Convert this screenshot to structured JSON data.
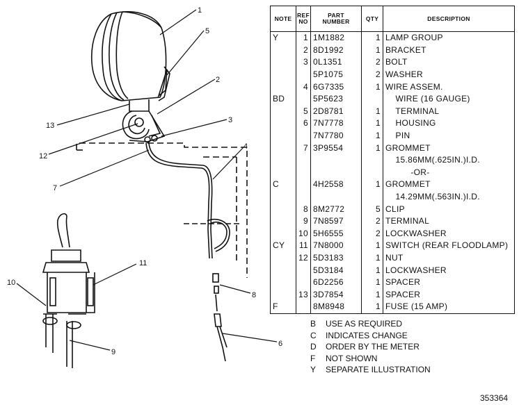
{
  "table": {
    "headers": {
      "note": "NOTE",
      "ref": "REF\nNO",
      "part": "PART\nNUMBER",
      "qty": "QTY",
      "desc": "DESCRIPTION"
    },
    "rows": [
      {
        "note": "Y",
        "ref": "1",
        "part": "1M1882",
        "qty": "1",
        "desc": "LAMP GROUP"
      },
      {
        "note": "",
        "ref": "2",
        "part": "8D1992",
        "qty": "1",
        "desc": "BRACKET"
      },
      {
        "note": "",
        "ref": "3",
        "part": "0L1351",
        "qty": "2",
        "desc": "BOLT"
      },
      {
        "note": "",
        "ref": "",
        "part": "5P1075",
        "qty": "2",
        "desc": "WASHER"
      },
      {
        "note": "",
        "ref": "4",
        "part": "6G7335",
        "qty": "1",
        "desc": "WIRE ASSEM."
      },
      {
        "note": "BD",
        "ref": "",
        "part": "5P5623",
        "qty": "",
        "desc": "    WIRE (16 GAUGE)"
      },
      {
        "note": "",
        "ref": "5",
        "part": "2D8781",
        "qty": "1",
        "desc": "    TERMINAL"
      },
      {
        "note": "",
        "ref": "6",
        "part": "7N7778",
        "qty": "1",
        "desc": "    HOUSING"
      },
      {
        "note": "",
        "ref": "",
        "part": "7N7780",
        "qty": "1",
        "desc": "    PIN"
      },
      {
        "note": "",
        "ref": "7",
        "part": "3P9554",
        "qty": "1",
        "desc": "GROMMET"
      },
      {
        "note": "",
        "ref": "",
        "part": "",
        "qty": "",
        "desc": "    15.86MM(.625IN.)I.D."
      },
      {
        "note": "",
        "ref": "",
        "part": "",
        "qty": "",
        "desc": "          -OR-"
      },
      {
        "note": "C",
        "ref": "",
        "part": "4H2558",
        "qty": "1",
        "desc": "GROMMET"
      },
      {
        "note": "",
        "ref": "",
        "part": "",
        "qty": "",
        "desc": "    14.29MM(.563IN.)I.D."
      },
      {
        "note": "",
        "ref": "8",
        "part": "8M2772",
        "qty": "5",
        "desc": "CLIP"
      },
      {
        "note": "",
        "ref": "9",
        "part": "7N8597",
        "qty": "2",
        "desc": "TERMINAL"
      },
      {
        "note": "",
        "ref": "10",
        "part": "5H6555",
        "qty": "2",
        "desc": "LOCKWASHER"
      },
      {
        "note": "CY",
        "ref": "11",
        "part": "7N8000",
        "qty": "1",
        "desc": "SWITCH (REAR FLOODLAMP)"
      },
      {
        "note": "",
        "ref": "12",
        "part": "5D3183",
        "qty": "1",
        "desc": "NUT"
      },
      {
        "note": "",
        "ref": "",
        "part": "5D3184",
        "qty": "1",
        "desc": "LOCKWASHER"
      },
      {
        "note": "",
        "ref": "",
        "part": "6D2256",
        "qty": "1",
        "desc": "SPACER"
      },
      {
        "note": "",
        "ref": "13",
        "part": "3D7854",
        "qty": "1",
        "desc": "SPACER"
      },
      {
        "note": "F",
        "ref": "",
        "part": "8M8948",
        "qty": "1",
        "desc": "FUSE (15 AMP)"
      }
    ]
  },
  "legend": [
    {
      "code": "B",
      "text": "USE AS REQUIRED"
    },
    {
      "code": "C",
      "text": "INDICATES CHANGE"
    },
    {
      "code": "D",
      "text": "ORDER BY THE METER"
    },
    {
      "code": "F",
      "text": "NOT SHOWN"
    },
    {
      "code": "Y",
      "text": "SEPARATE ILLUSTRATION"
    }
  ],
  "callouts": {
    "c1": "1",
    "c2": "2",
    "c3": "3",
    "c4": "4",
    "c5": "5",
    "c6": "6",
    "c7": "7",
    "c8": "8",
    "c9": "9",
    "c10": "10",
    "c11": "11",
    "c12": "12",
    "c13": "13"
  },
  "figure_number": "353364"
}
